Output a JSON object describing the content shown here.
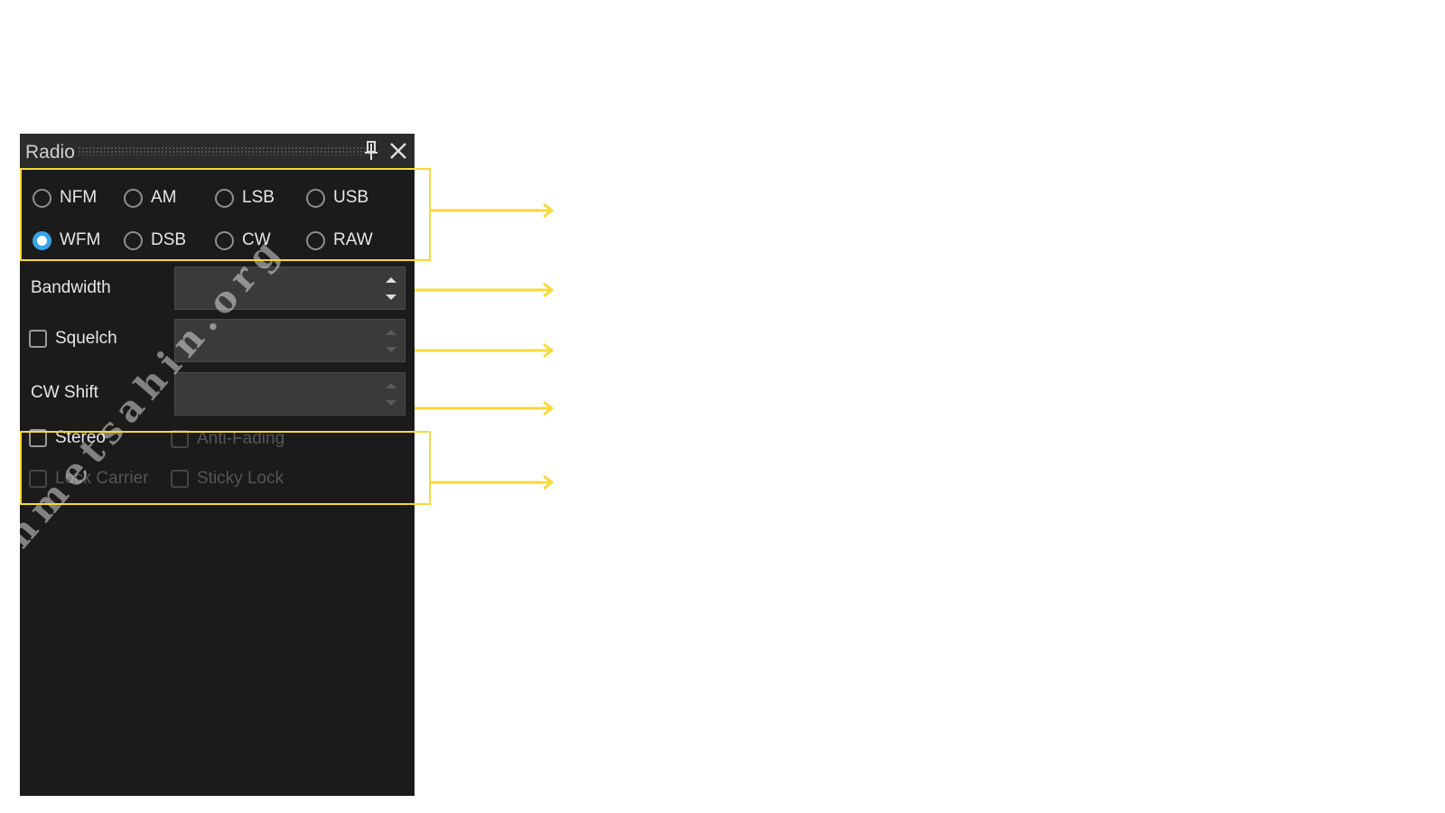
{
  "panel": {
    "title": "Radio",
    "pin_icon": "pin-icon",
    "close_icon": "close-icon"
  },
  "modes": [
    {
      "label": "NFM",
      "checked": false
    },
    {
      "label": "AM",
      "checked": false
    },
    {
      "label": "LSB",
      "checked": false
    },
    {
      "label": "USB",
      "checked": false
    },
    {
      "label": "WFM",
      "checked": true
    },
    {
      "label": "DSB",
      "checked": false
    },
    {
      "label": "CW",
      "checked": false
    },
    {
      "label": "RAW",
      "checked": false
    }
  ],
  "settings": {
    "bandwidth_label": "Bandwidth",
    "bandwidth_value": "",
    "squelch_label": "Squelch",
    "squelch_checked": false,
    "squelch_value": "",
    "cw_shift_label": "CW Shift",
    "cw_shift_value": ""
  },
  "options": {
    "stereo": "Stereo",
    "anti_fading": "Anti-Fading",
    "lock_carrier": "Lock Carrier",
    "sticky_lock": "Sticky Lock"
  },
  "watermark": "ahmetsahin.org",
  "colors": {
    "panel_bg": "#1b1b1b",
    "titlebar_bg": "#2b2b2b",
    "radio_selected": "#34a5e8",
    "highlight": "#f7d93a"
  }
}
